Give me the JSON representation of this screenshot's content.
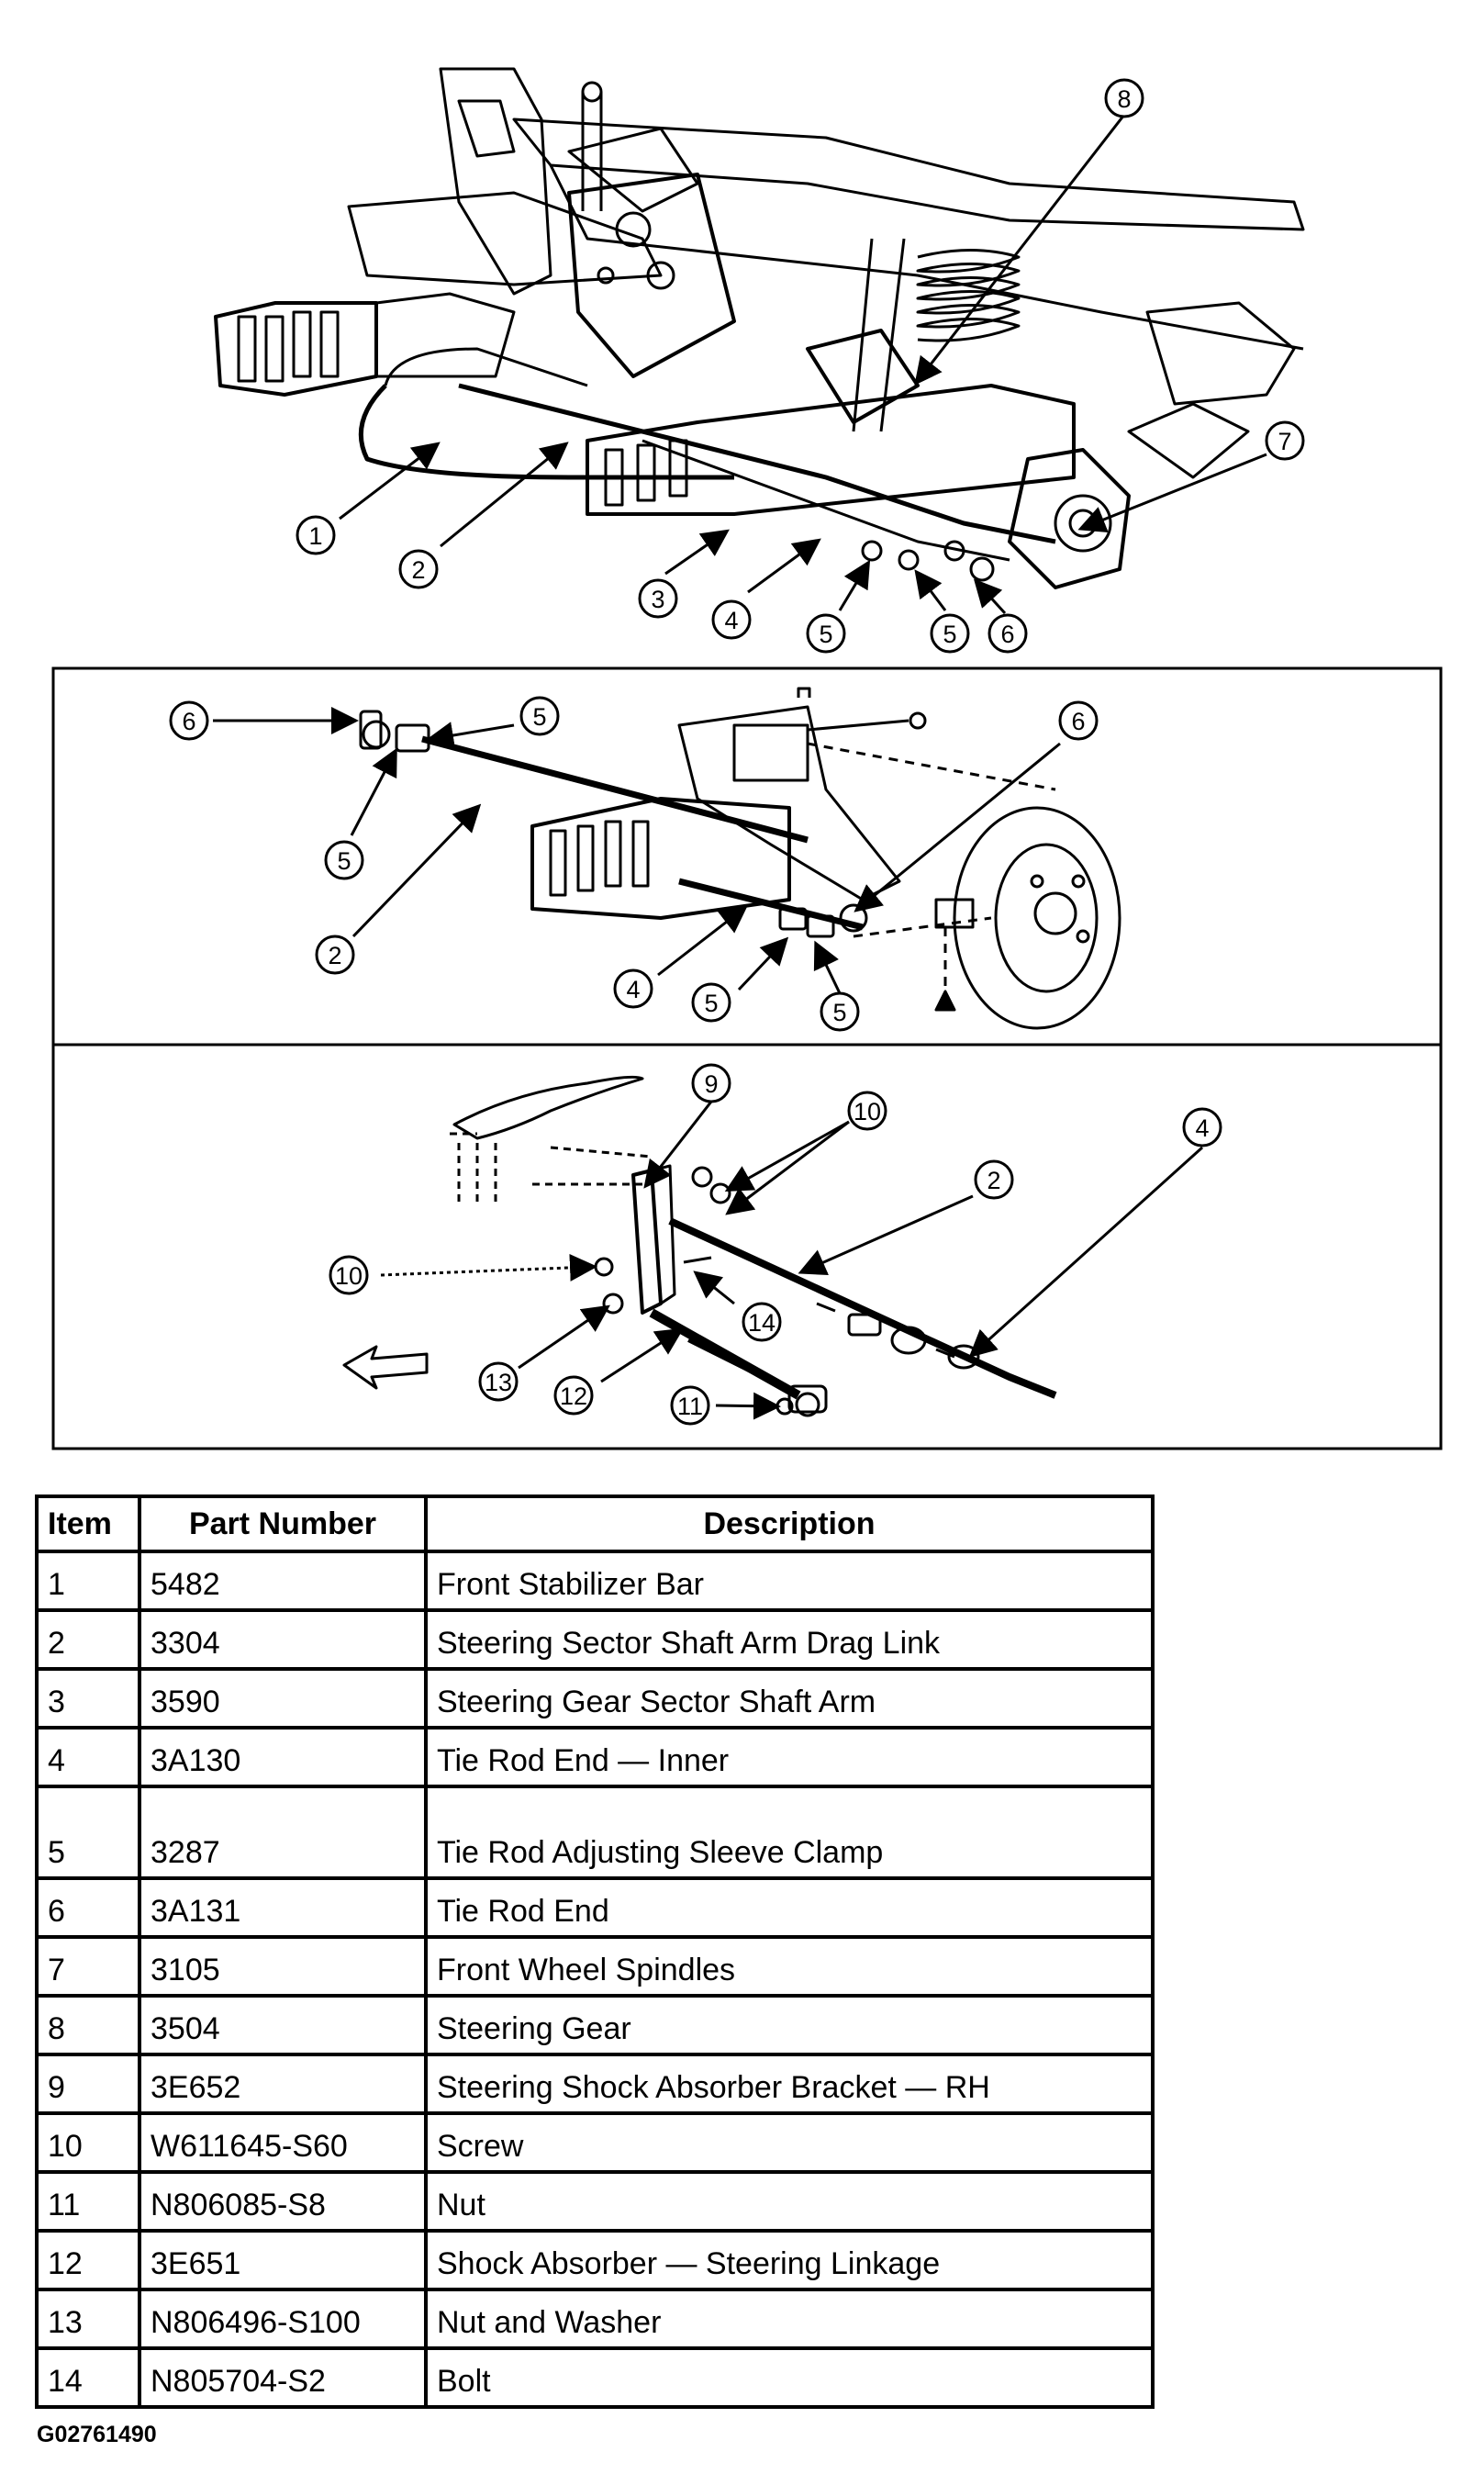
{
  "figure_id": "G02761490",
  "callouts": {
    "top": [
      "8",
      "1",
      "2",
      "7",
      "3",
      "4",
      "5",
      "5",
      "6"
    ],
    "middle": [
      "6",
      "5",
      "5",
      "2",
      "6",
      "4",
      "5",
      "5"
    ],
    "bottom": [
      "9",
      "10",
      "4",
      "2",
      "10",
      "14",
      "13",
      "12",
      "11"
    ]
  },
  "table": {
    "headers": [
      "Item",
      "Part Number",
      "Description"
    ],
    "rows": [
      [
        "1",
        "5482",
        "Front Stabilizer Bar"
      ],
      [
        "2",
        "3304",
        "Steering Sector Shaft Arm Drag Link"
      ],
      [
        "3",
        "3590",
        "Steering Gear Sector Shaft Arm"
      ],
      [
        "4",
        "3A130",
        "Tie Rod End — Inner"
      ],
      [
        "5",
        "3287",
        "Tie Rod Adjusting Sleeve Clamp"
      ],
      [
        "6",
        "3A131",
        "Tie Rod End"
      ],
      [
        "7",
        "3105",
        "Front Wheel Spindles"
      ],
      [
        "8",
        "3504",
        "Steering Gear"
      ],
      [
        "9",
        "3E652",
        "Steering Shock Absorber Bracket — RH"
      ],
      [
        "10",
        "W611645-S60",
        "Screw"
      ],
      [
        "11",
        "N806085-S8",
        "Nut"
      ],
      [
        "12",
        "3E651",
        "Shock Absorber — Steering Linkage"
      ],
      [
        "13",
        "N806496-S100",
        "Nut and Washer"
      ],
      [
        "14",
        "N805704-S2",
        "Bolt"
      ]
    ]
  }
}
